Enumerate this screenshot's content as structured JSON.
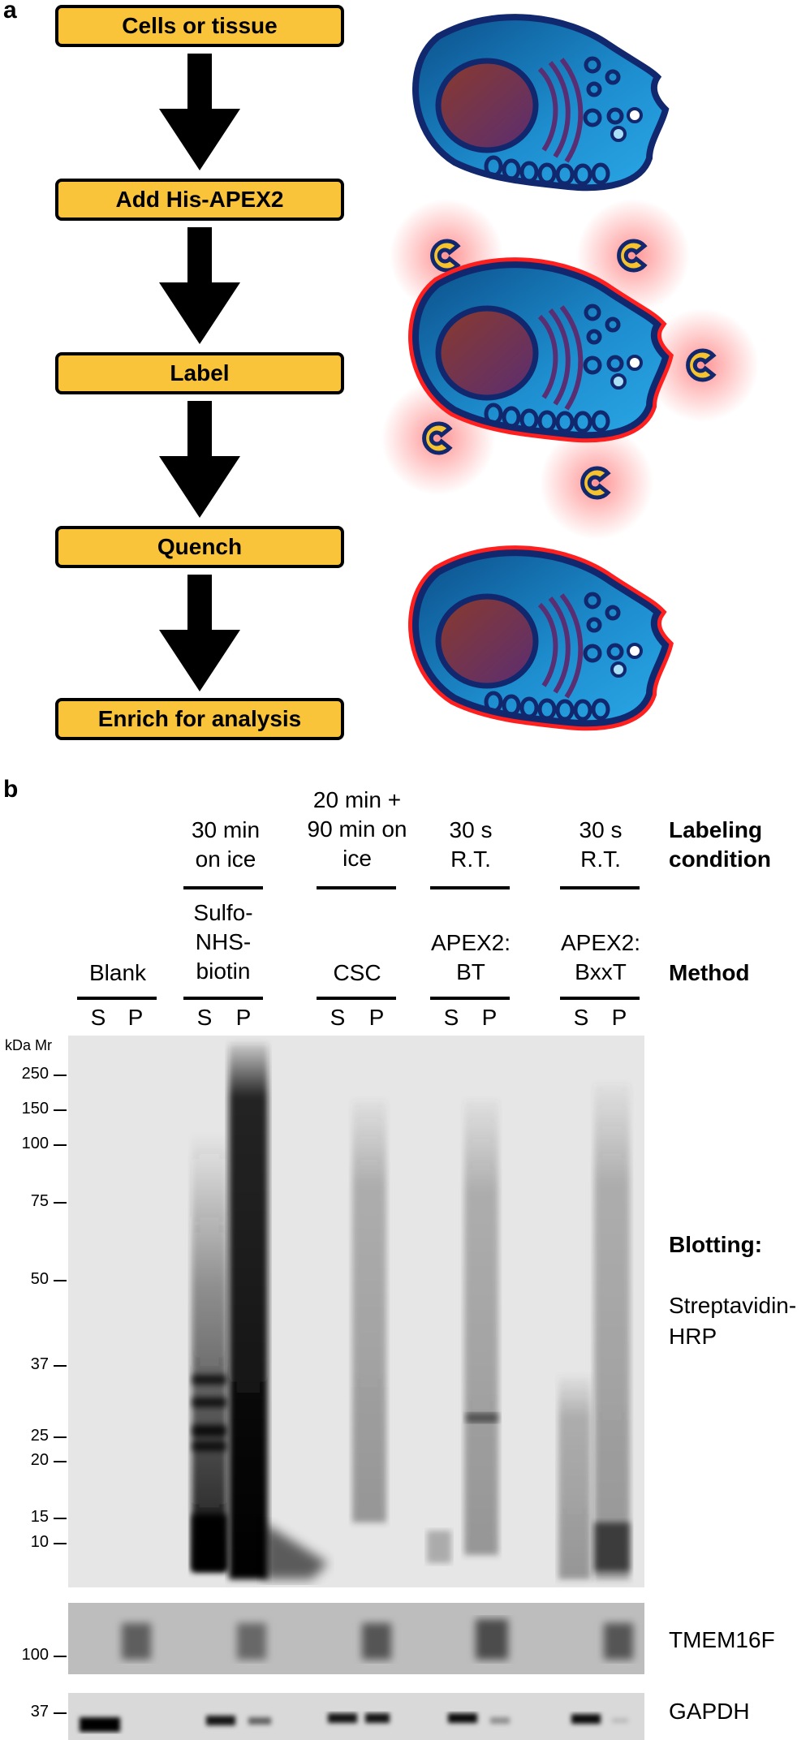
{
  "panel_a": {
    "letter": "a",
    "steps": [
      "Cells or tissue",
      "Add His-APEX2",
      "Label",
      "Quench",
      "Enrich for analysis"
    ]
  },
  "panel_b": {
    "letter": "b",
    "labeling_header": "Labeling condition",
    "method_header": "Method",
    "conditions": {
      "sulfo": "30 min on ice",
      "csc": "20 min + 90 min on ice",
      "bt": "30 s R.T.",
      "bxxt": "30 s R.T."
    },
    "methods": {
      "blank": "Blank",
      "sulfo": "Sulfo-NHS-biotin",
      "csc": "CSC",
      "bt": "APEX2: BT",
      "bxxt": "APEX2: BxxT"
    },
    "s_label": "S",
    "p_label": "P",
    "mw_header": "kDa Mr",
    "mw_markers": [
      "250",
      "150",
      "100",
      "75",
      "50",
      "37",
      "25",
      "20",
      "15",
      "10"
    ],
    "blotting_title": "Blotting:",
    "blotting_reagent": "Streptavidin-HRP",
    "tmem_label": "TMEM16F",
    "tmem_marker": "100",
    "gapdh_label": "GAPDH",
    "gapdh_marker": "37"
  }
}
